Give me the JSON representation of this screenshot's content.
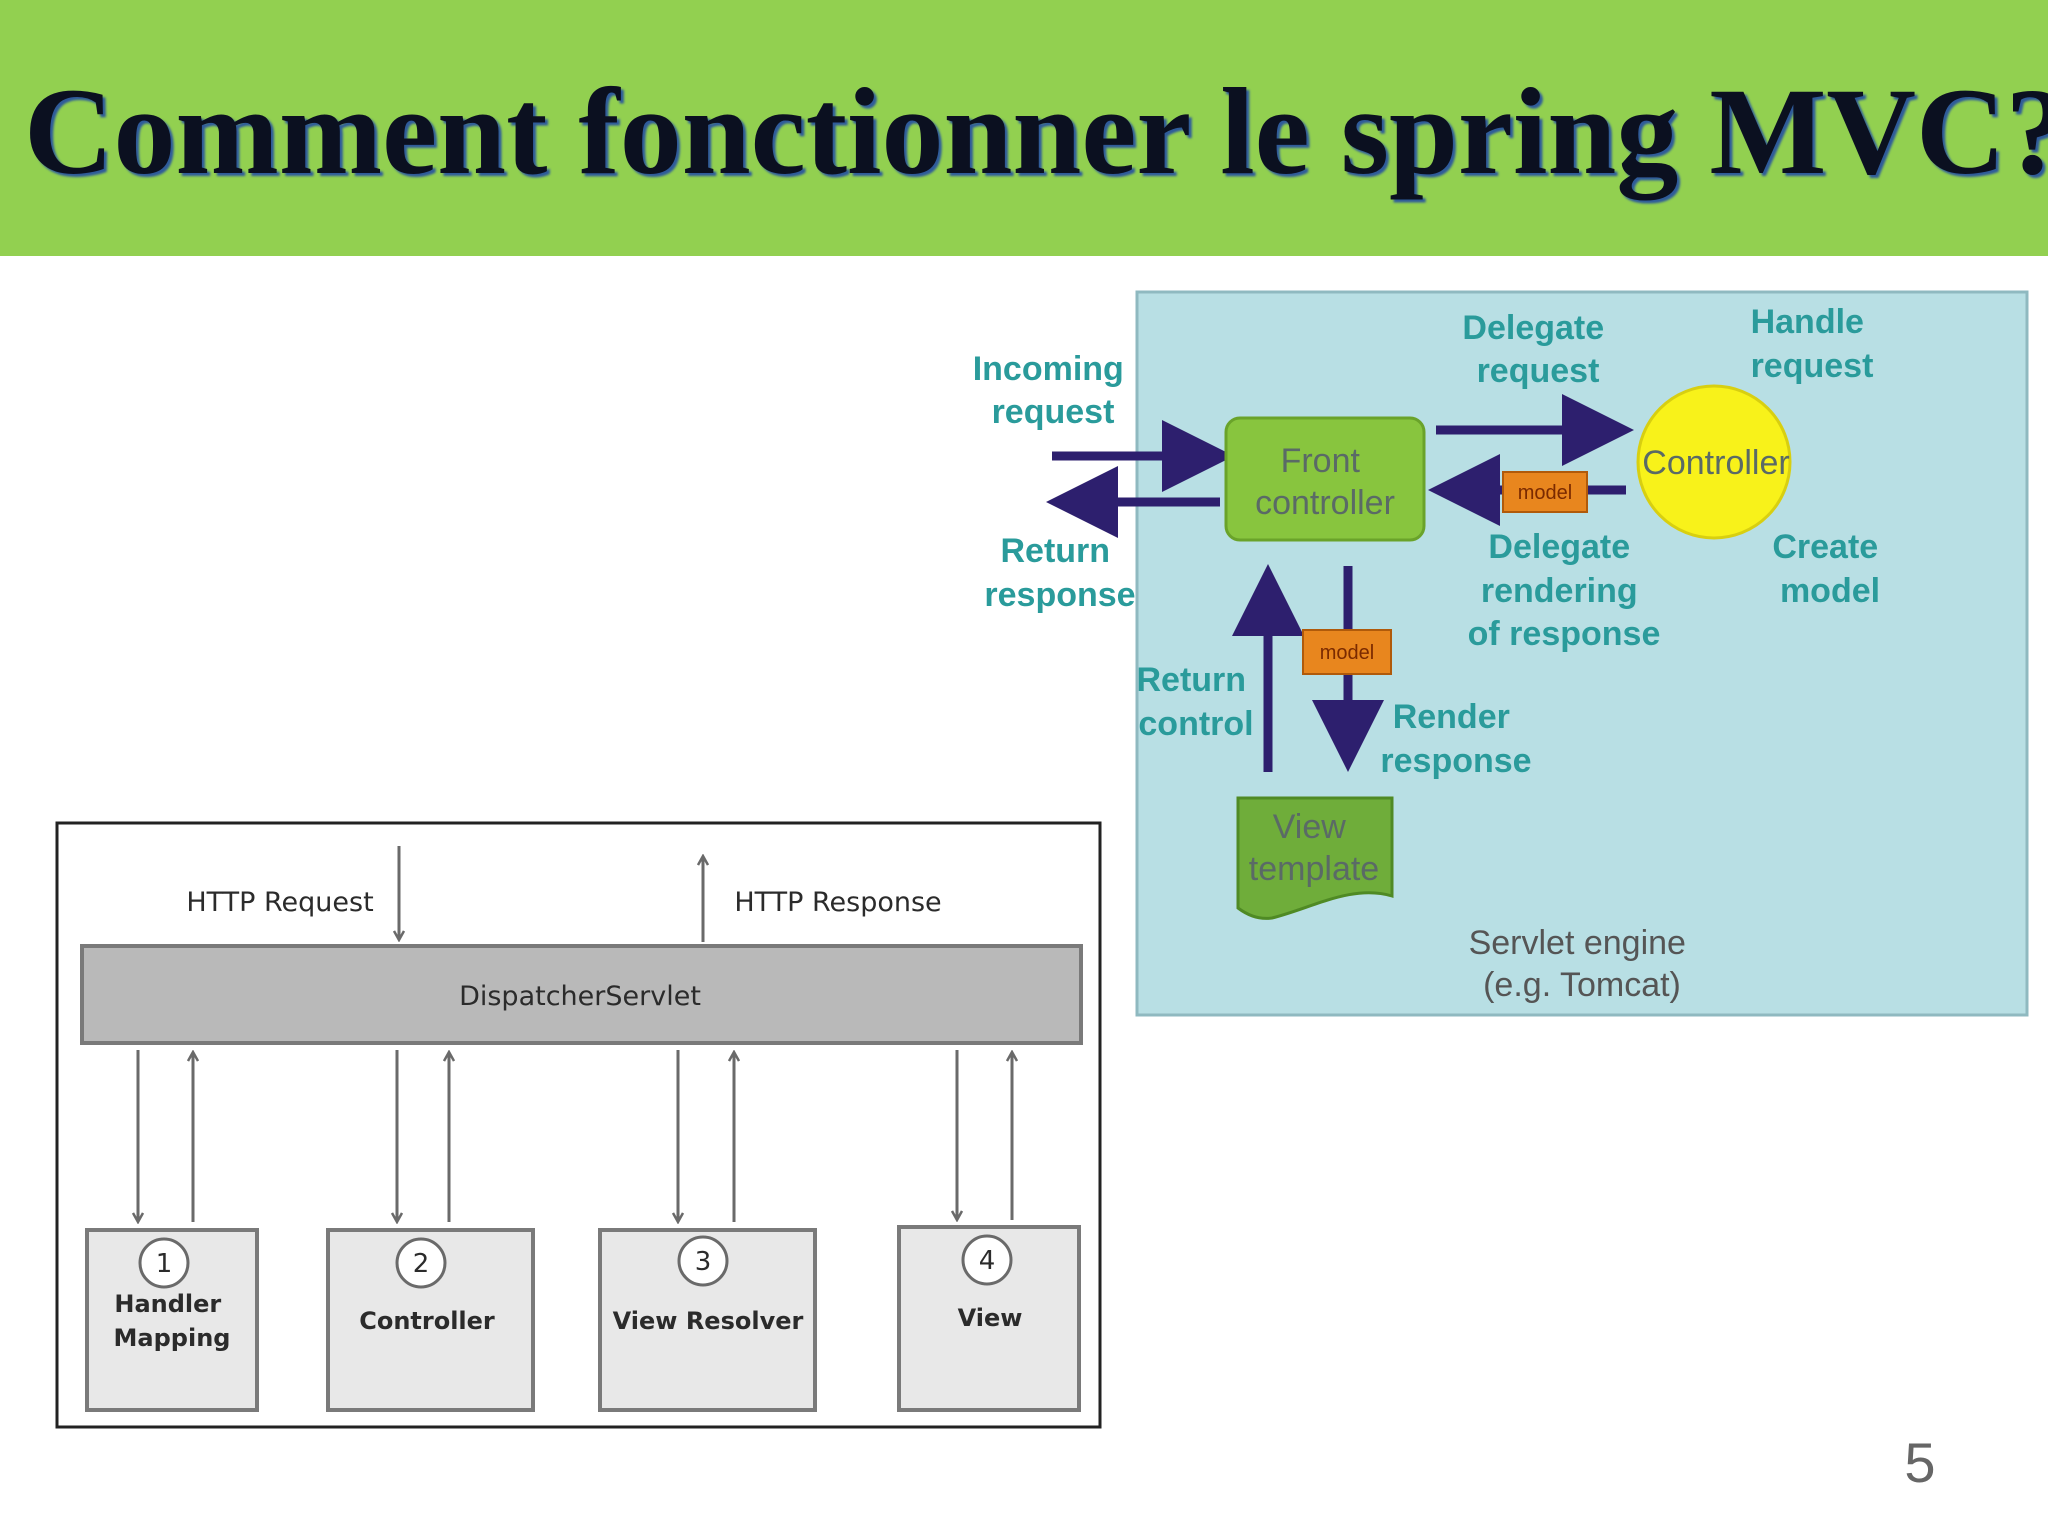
{
  "slide": {
    "title": "Comment fonctionner le spring MVC?",
    "page_number": "5"
  },
  "colors": {
    "header_bg": "#92d050",
    "panel_bg": "#b8dfe4",
    "front_controller": "#88c53e",
    "controller": "#f8f21a",
    "model_tag": "#e8861e",
    "arrow": "#2d1f6e",
    "teal_text": "#2a9b9b"
  },
  "flow_diagram": {
    "incoming_request": [
      "Incoming",
      "request"
    ],
    "return_response": [
      "Return",
      "response"
    ],
    "front_controller": [
      "Front",
      "controller"
    ],
    "delegate_request": [
      "Delegate",
      "request"
    ],
    "handle_request": [
      "Handle",
      "request"
    ],
    "controller": "Controller",
    "model_tag": "model",
    "delegate_rendering": [
      "Delegate",
      "rendering",
      "of response"
    ],
    "create_model": [
      "Create",
      "model"
    ],
    "return_control": [
      "Return",
      "control"
    ],
    "render_response": [
      "Render",
      "response"
    ],
    "view_template": [
      "View",
      "template"
    ],
    "servlet_engine": [
      "Servlet engine",
      "(e.g. Tomcat)"
    ]
  },
  "dispatcher_diagram": {
    "http_request": "HTTP Request",
    "http_response": "HTTP Response",
    "dispatcher": "DispatcherServlet",
    "components": [
      {
        "number": "1",
        "lines": [
          "Handler",
          "Mapping"
        ]
      },
      {
        "number": "2",
        "lines": [
          "Controller"
        ]
      },
      {
        "number": "3",
        "lines": [
          "View Resolver"
        ]
      },
      {
        "number": "4",
        "lines": [
          "View"
        ]
      }
    ]
  }
}
